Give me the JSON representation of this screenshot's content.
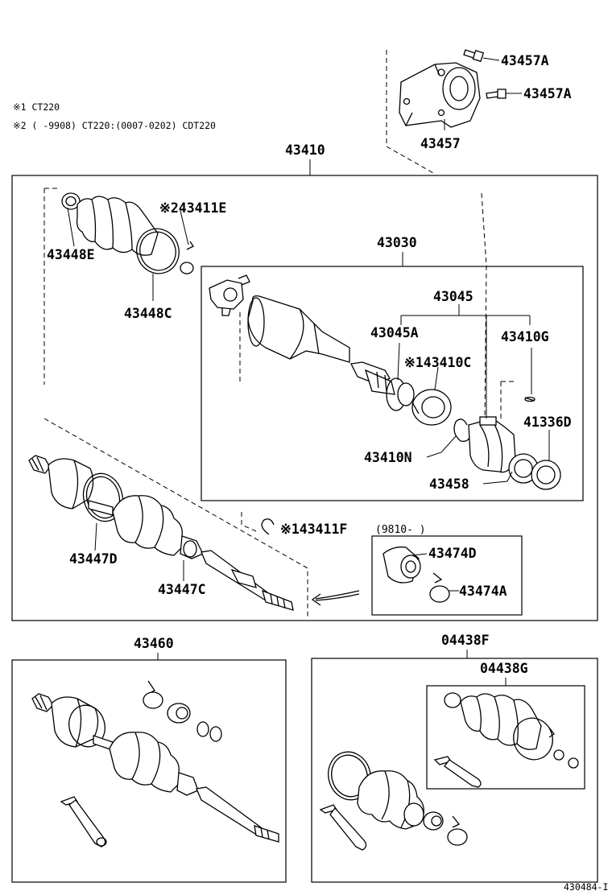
{
  "notes": {
    "note1": "※1 CT220",
    "note2": "※2 (    -9908) CT220:(0007-0202) CDT220"
  },
  "parts": {
    "p43457A_1": "43457A",
    "p43457A_2": "43457A",
    "p43457": "43457",
    "p43410": "43410",
    "p43411E": "※243411E",
    "p43448E": "43448E",
    "p43448C": "43448C",
    "p43030": "43030",
    "p43045": "43045",
    "p43045A": "43045A",
    "p43410G": "43410G",
    "p43410C": "※143410C",
    "p41336D": "41336D",
    "p43410N": "43410N",
    "p43458": "43458",
    "p43447D": "43447D",
    "p43447C": "43447C",
    "p43411F": "※143411F",
    "date_range": "(9810-    )",
    "p43474D": "43474D",
    "p43474A": "43474A",
    "p43460": "43460",
    "p04438F": "04438F",
    "p04438G": "04438G"
  },
  "figure_id": "430484-I"
}
